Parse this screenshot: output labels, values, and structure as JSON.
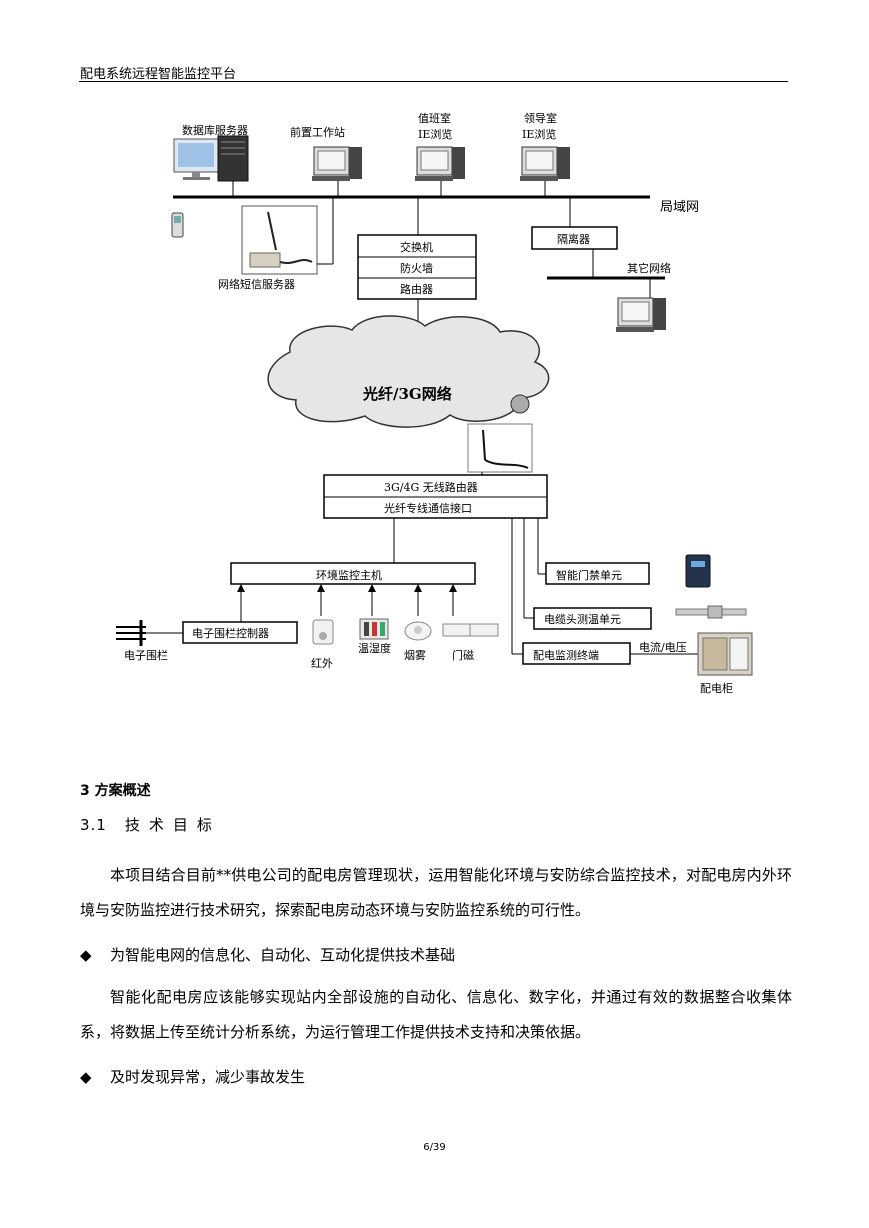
{
  "header": {
    "title": "配电系统远程智能监控平台"
  },
  "diagram": {
    "labels": {
      "db_server": "数据库服务器",
      "front_ws": "前置工作站",
      "duty_room": "值班室",
      "duty_ie": "IE浏览",
      "leader_room": "领导室",
      "leader_ie": "IE浏览",
      "lan": "局域网",
      "switch": "交换机",
      "firewall": "防火墙",
      "router": "路由器",
      "isolator": "隔离器",
      "other_net": "其它网络",
      "sms_server": "网络短信服务器",
      "cloud": "光纤/3G网络",
      "wireless_router": "3G/4G 无线路由器",
      "fiber_iface": "光纤专线通信接口",
      "env_host": "环境监控主机",
      "access_unit": "智能门禁单元",
      "cable_temp": "电缆头测温单元",
      "dist_terminal": "配电监测终端",
      "current_voltage": "电流/电压",
      "cabinet": "配电柜",
      "fence_ctrl": "电子围栏控制器",
      "fence": "电子围栏",
      "infrared": "红外",
      "temp_hum": "温湿度",
      "smoke": "烟雾",
      "door_mag": "门磁"
    }
  },
  "section3": {
    "num": "3",
    "title": "方案概述"
  },
  "section31": {
    "num": "3.1",
    "title": "技术目标"
  },
  "para1": "本项目结合目前**供电公司的配电房管理现状，运用智能化环境与安防综合监控技术，对配电房内外环境与安防监控进行技术研究，探索配电房动态环境与安防监控系统的可行性。",
  "bullet1": {
    "mark": "◆",
    "text": "为智能电网的信息化、自动化、互动化提供技术基础"
  },
  "para2": "智能化配电房应该能够实现站内全部设施的自动化、信息化、数字化，并通过有效的数据整合收集体系，将数据上传至统计分析系统，为运行管理工作提供技术支持和决策依据。",
  "bullet2": {
    "mark": "◆",
    "text": "及时发现异常，减少事故发生"
  },
  "footer": {
    "page": "6/39"
  }
}
